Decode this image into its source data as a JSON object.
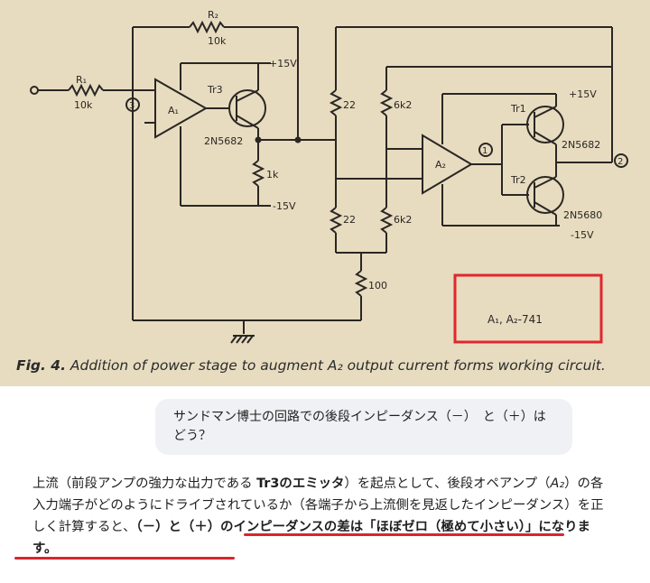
{
  "figure": {
    "caption_fig": "Fig. 4.",
    "caption_text": "Addition of power stage to augment  A₂ output current forms working circuit.",
    "labels": {
      "r2": "R₂",
      "r2_val": "10k",
      "r1": "R₁",
      "r1_val": "10k",
      "node3": "3",
      "a1": "A₁",
      "tr3": "Tr3",
      "tr3_part": "2N5682",
      "plus15_top": "+15V",
      "r_1k": "1k",
      "minus15_left": "-15V",
      "r22_top": "22",
      "r6k2_top": "6k2",
      "r22_bot": "22",
      "r6k2_bot": "6k2",
      "r100": "100",
      "a2": "A₂",
      "node1": "1",
      "node2": "2",
      "tr1": "Tr1",
      "tr1_part": "2N5682",
      "tr2": "Tr2",
      "tr2_part": "2N5680",
      "plus15_right": "+15V",
      "minus15_right": "-15V",
      "op_amp_note": "A₁, A₂-741"
    },
    "highlight_color": "#e2262c"
  },
  "chat": {
    "question": "サンドマン博士の回路での後段インピーダンス（－）　と（＋）は　どう？",
    "answer_1": "上流（前段アンプの強力な出力である ",
    "answer_bold_1": "Tr3のエミッタ",
    "answer_2": "）を起点として、後段オペアンプ（",
    "answer_3": "A₂",
    "answer_4": "）の各入力端子がどのようにドライブされているか（各端子から上流側を見返したインピーダンス）を正しく計算すると、",
    "answer_bold_2": "（－）と（＋）のインピーダンスの差は「ほぼゼロ（極めて小さい）」になります。",
    "underline_color": "#d8262c"
  }
}
